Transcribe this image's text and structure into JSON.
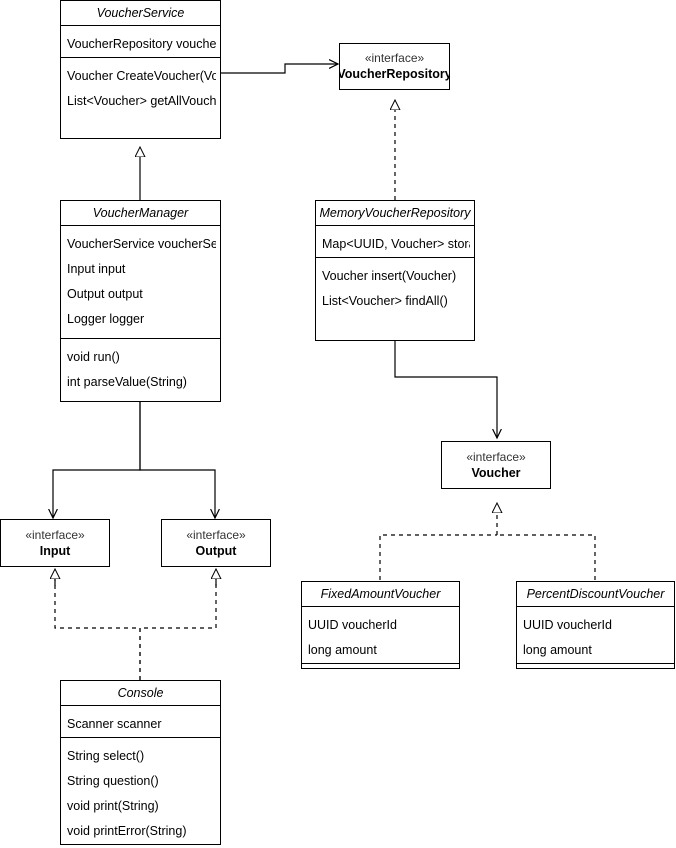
{
  "diagram": {
    "kind": "uml-class-diagram",
    "stereotype_interface": "«interface»",
    "background": "#ffffff",
    "line_color": "#000000"
  },
  "classes": {
    "voucher_service": {
      "name": "VoucherService",
      "fields": [
        "VoucherRepository voucherR"
      ],
      "methods": [
        "Voucher CreateVoucher(Vou",
        "List<Voucher> getAllVouche"
      ]
    },
    "voucher_manager": {
      "name": "VoucherManager",
      "fields": [
        "VoucherService voucherSer",
        "Input input",
        "Output output",
        "Logger logger"
      ],
      "methods": [
        "void run()",
        "int parseValue(String)"
      ]
    },
    "memory_voucher_repository": {
      "name": "MemoryVoucherRepository",
      "fields": [
        "Map<UUID, Voucher> storag"
      ],
      "methods": [
        "Voucher insert(Voucher)",
        "List<Voucher> findAll()"
      ]
    },
    "console": {
      "name": "Console",
      "fields": [
        "Scanner scanner"
      ],
      "methods": [
        "String select()",
        "String question()",
        "void print(String)",
        "void printError(String)"
      ]
    },
    "fixed_amount_voucher": {
      "name": "FixedAmountVoucher",
      "fields": [
        "UUID voucherId",
        "long amount"
      ],
      "methods": []
    },
    "percent_discount_voucher": {
      "name": "PercentDiscountVoucher",
      "fields": [
        "UUID voucherId",
        "long amount"
      ],
      "methods": []
    }
  },
  "interfaces": {
    "voucher_repository": {
      "stereotype": "«interface»",
      "name": "VoucherRepository"
    },
    "input": {
      "stereotype": "«interface»",
      "name": "Input"
    },
    "output": {
      "stereotype": "«interface»",
      "name": "Output"
    },
    "voucher": {
      "stereotype": "«interface»",
      "name": "Voucher"
    }
  }
}
